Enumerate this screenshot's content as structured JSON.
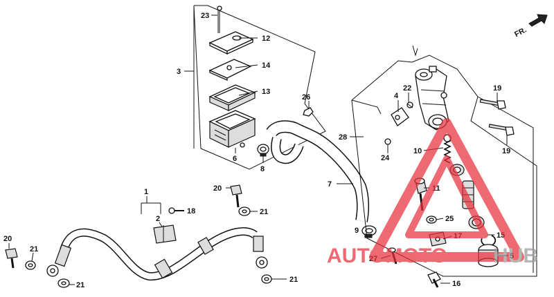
{
  "direction_marker": "FR.",
  "callouts": [
    {
      "id": "c23",
      "text": "23"
    },
    {
      "id": "c12",
      "text": "12"
    },
    {
      "id": "c14",
      "text": "14"
    },
    {
      "id": "c13",
      "text": "13"
    },
    {
      "id": "c3",
      "text": "3"
    },
    {
      "id": "c26",
      "text": "26"
    },
    {
      "id": "c6",
      "text": "6"
    },
    {
      "id": "c8",
      "text": "8"
    },
    {
      "id": "c4",
      "text": "4"
    },
    {
      "id": "c22",
      "text": "22"
    },
    {
      "id": "c28",
      "text": "28"
    },
    {
      "id": "c24",
      "text": "24"
    },
    {
      "id": "c10",
      "text": "10"
    },
    {
      "id": "c7",
      "text": "7"
    },
    {
      "id": "c11",
      "text": "11"
    },
    {
      "id": "c19a",
      "text": "19"
    },
    {
      "id": "c19b",
      "text": "19"
    },
    {
      "id": "c1",
      "text": "1"
    },
    {
      "id": "c20a",
      "text": "20"
    },
    {
      "id": "c21a",
      "text": "21"
    },
    {
      "id": "c18",
      "text": "18"
    },
    {
      "id": "c2",
      "text": "2"
    },
    {
      "id": "c20b",
      "text": "20"
    },
    {
      "id": "c21b",
      "text": "21"
    },
    {
      "id": "c21c",
      "text": "21"
    },
    {
      "id": "c21d",
      "text": "21"
    },
    {
      "id": "c9",
      "text": "9"
    },
    {
      "id": "c25",
      "text": "25"
    },
    {
      "id": "c17",
      "text": "17"
    },
    {
      "id": "c15",
      "text": "15"
    },
    {
      "id": "c27",
      "text": "27"
    },
    {
      "id": "c5",
      "text": "5"
    },
    {
      "id": "c16",
      "text": "16"
    }
  ],
  "watermark": {
    "text_red": "AUTOMOTO",
    "text_gray": "HUB",
    "red_color": "#e8323c",
    "gray_color": "#9a9a9a"
  }
}
